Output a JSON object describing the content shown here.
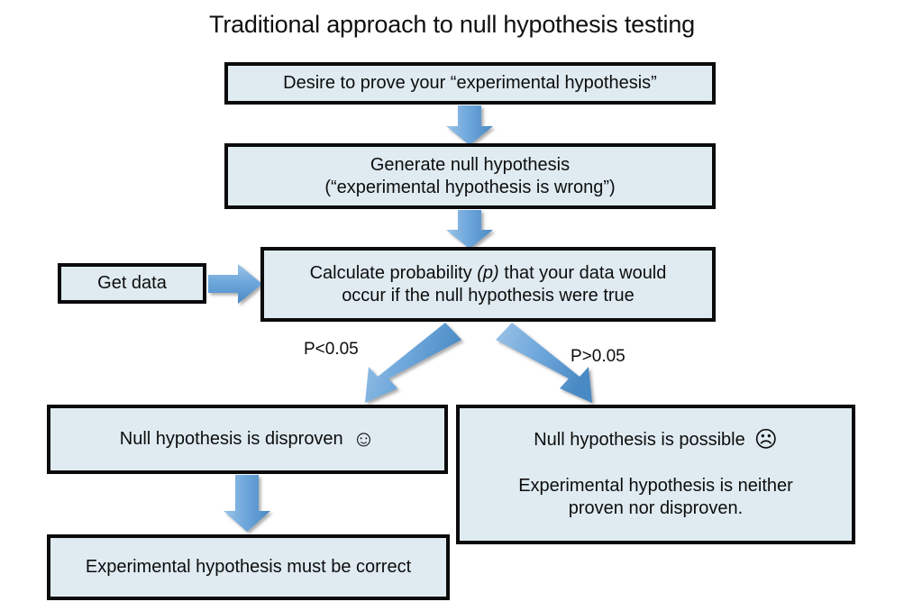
{
  "title": "Traditional approach to null hypothesis testing",
  "colors": {
    "box_fill": "#dfebf1",
    "box_border": "#0b0b0b",
    "arrow_light": "#8ab7e0",
    "arrow_mid": "#5b9bd5",
    "arrow_dark": "#4a8ac4",
    "text": "#0d0d0d"
  },
  "boxes": {
    "desire": {
      "text": "Desire to prove your “experimental hypothesis”"
    },
    "generate": {
      "line1": "Generate null hypothesis",
      "line2": "(“experimental hypothesis is wrong”)"
    },
    "calculate": {
      "line1a": "Calculate probability ",
      "line1_italic": "(p)",
      "line1b": " that your data would",
      "line2": "occur if the null hypothesis were true"
    },
    "get_data": {
      "text": "Get data"
    },
    "disproven": {
      "text": "Null hypothesis is disproven",
      "emoji": "☺"
    },
    "possible": {
      "line1": "Null hypothesis is possible",
      "emoji": "☹",
      "line2": "Experimental hypothesis is neither",
      "line3": "proven nor disproven."
    },
    "must_correct": {
      "text": "Experimental hypothesis must be correct"
    }
  },
  "edge_labels": {
    "p_less": "P<0.05",
    "p_greater": "P>0.05"
  },
  "icons": {
    "smiley": "smiley-face-icon",
    "frowny": "frowny-face-icon"
  },
  "chart_data": {
    "type": "diagram",
    "title": "Traditional approach to null hypothesis testing",
    "nodes": [
      {
        "id": "desire",
        "label": "Desire to prove your “experimental hypothesis”"
      },
      {
        "id": "generate",
        "label": "Generate null hypothesis (“experimental hypothesis is wrong”)"
      },
      {
        "id": "get_data",
        "label": "Get data"
      },
      {
        "id": "calculate",
        "label": "Calculate probability (p) that your data would occur if the null hypothesis were true"
      },
      {
        "id": "disproven",
        "label": "Null hypothesis is disproven ☺"
      },
      {
        "id": "possible",
        "label": "Null hypothesis is possible ☹ Experimental hypothesis is neither proven nor disproven."
      },
      {
        "id": "must_correct",
        "label": "Experimental hypothesis must be correct"
      }
    ],
    "edges": [
      {
        "from": "desire",
        "to": "generate",
        "label": ""
      },
      {
        "from": "generate",
        "to": "calculate",
        "label": ""
      },
      {
        "from": "get_data",
        "to": "calculate",
        "label": ""
      },
      {
        "from": "calculate",
        "to": "disproven",
        "label": "P<0.05"
      },
      {
        "from": "calculate",
        "to": "possible",
        "label": "P>0.05"
      },
      {
        "from": "disproven",
        "to": "must_correct",
        "label": ""
      }
    ]
  }
}
